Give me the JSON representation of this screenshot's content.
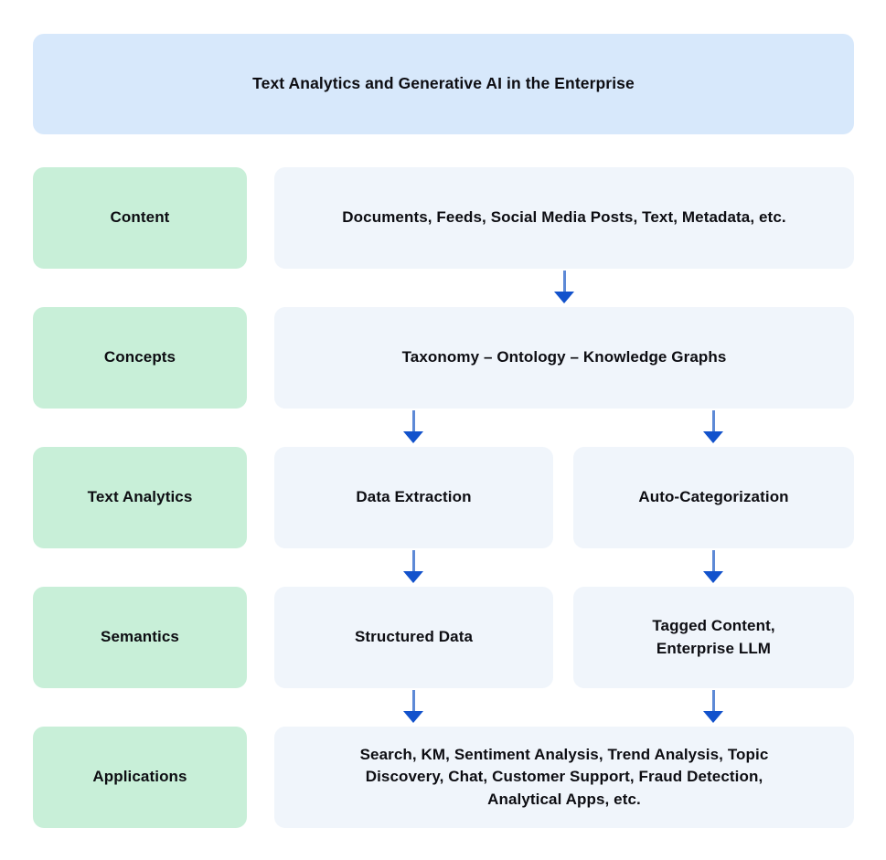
{
  "colors": {
    "banner_bg": "#d7e8fb",
    "label_bg": "#c8efd8",
    "content_bg": "#f0f5fb",
    "text": "#0d0d12",
    "arrow_stem": "#5d89d6",
    "arrow_head": "#1252cc"
  },
  "title": "Text Analytics and Generative AI in the Enterprise",
  "rows": [
    {
      "label": "Content",
      "boxes": [
        "Documents, Feeds, Social Media Posts, Text, Metadata, etc."
      ]
    },
    {
      "label": "Concepts",
      "boxes": [
        "Taxonomy – Ontology – Knowledge Graphs"
      ]
    },
    {
      "label": "Text Analytics",
      "boxes": [
        "Data Extraction",
        "Auto-Categorization"
      ]
    },
    {
      "label": "Semantics",
      "boxes": [
        "Structured Data",
        "Tagged Content,\nEnterprise LLM"
      ]
    },
    {
      "label": "Applications",
      "boxes": [
        "Search, KM, Sentiment Analysis, Trend Analysis, Topic\nDiscovery, Chat, Customer Support, Fraud Detection,\nAnalytical Apps, etc."
      ]
    }
  ],
  "arrows": [
    {
      "name": "content-to-concepts"
    },
    {
      "name": "concepts-to-data-extraction"
    },
    {
      "name": "concepts-to-auto-categorization"
    },
    {
      "name": "data-extraction-to-structured-data"
    },
    {
      "name": "auto-categorization-to-tagged-content"
    },
    {
      "name": "structured-data-to-applications"
    },
    {
      "name": "tagged-content-to-applications"
    }
  ]
}
